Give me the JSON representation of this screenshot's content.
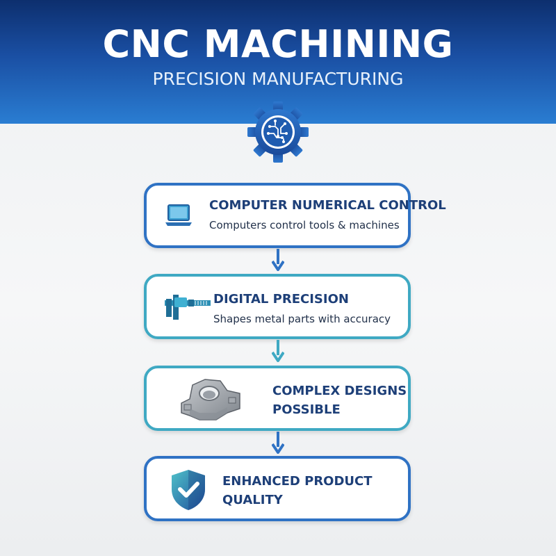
{
  "header": {
    "title": "CNC MACHINING",
    "subtitle": "PRECISION MANUFACTURING",
    "icon": "gear-circuit-icon"
  },
  "steps": [
    {
      "icon": "laptop-icon",
      "title": "COMPUTER NUMERICAL CONTROL",
      "description": "Computers control tools & machines"
    },
    {
      "icon": "caliper-icon",
      "title": "DIGITAL PRECISION",
      "description": "Shapes metal parts with accuracy"
    },
    {
      "icon": "machined-part-icon",
      "title": "COMPLEX DESIGNS",
      "title_line2": "POSSIBLE"
    },
    {
      "icon": "shield-check-icon",
      "title": "ENHANCED PRODUCT",
      "title_line2": "QUALITY"
    }
  ],
  "colors": {
    "header_dark": "#0d2f6e",
    "header_light": "#2a7dd2",
    "accent_blue": "#2f72c4",
    "accent_teal": "#3fa9c3",
    "text_dark": "#1d3f78"
  }
}
